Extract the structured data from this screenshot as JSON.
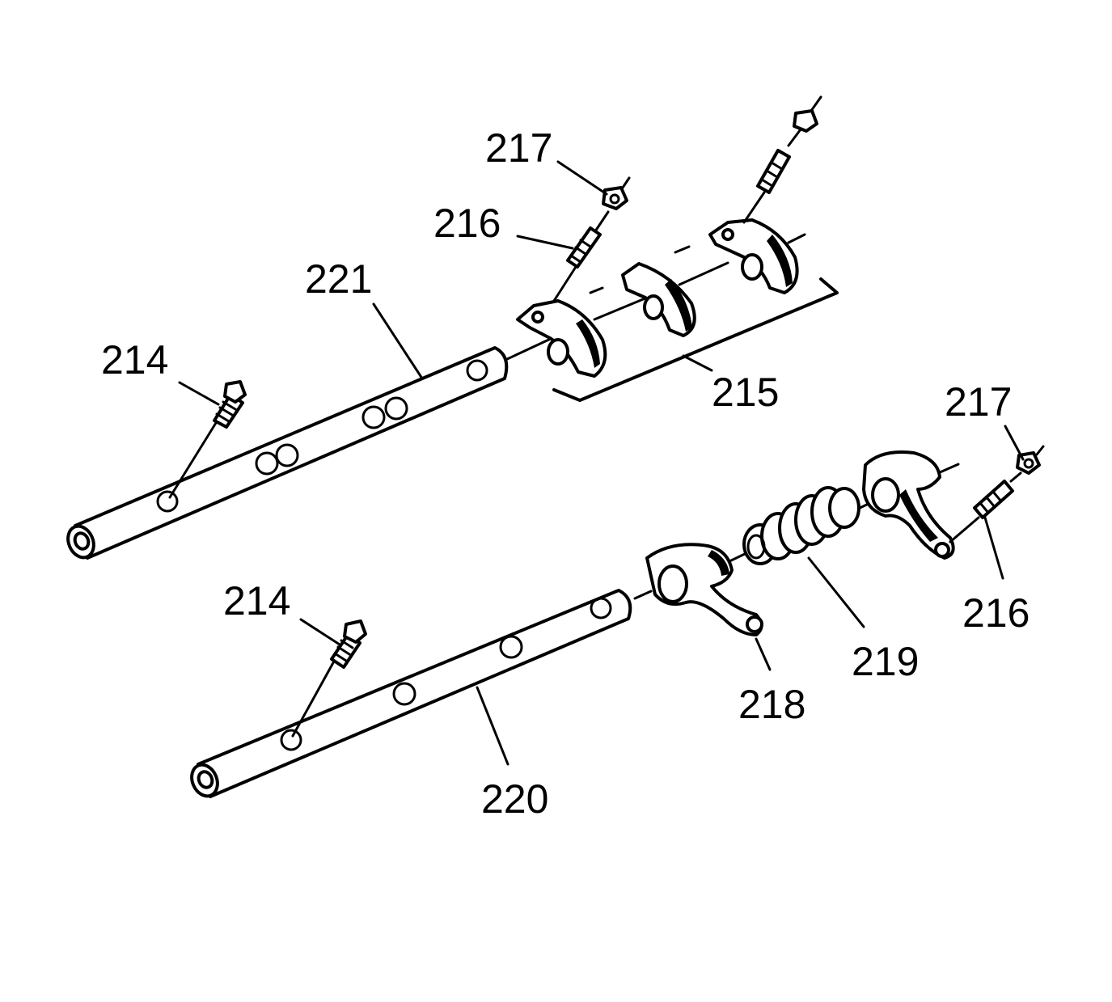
{
  "diagram": {
    "callouts": {
      "c214_upper": "214",
      "c214_lower": "214",
      "c215": "215",
      "c216_upper": "216",
      "c216_lower": "216",
      "c217_upper": "217",
      "c217_lower": "217",
      "c218": "218",
      "c219": "219",
      "c220": "220",
      "c221": "221"
    }
  }
}
